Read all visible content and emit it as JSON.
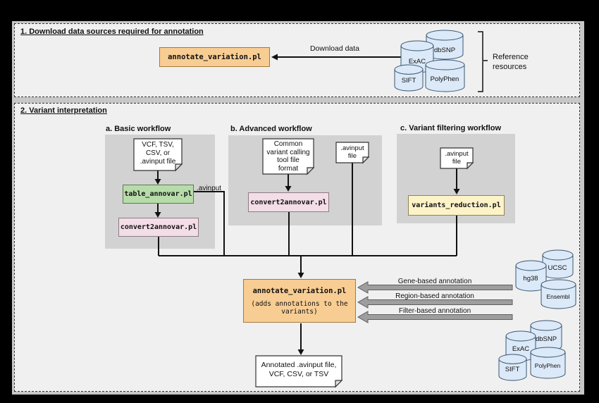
{
  "section1": {
    "heading": "1. Download data sources required for annotation",
    "tool": "annotate_variation.pl",
    "download_label": "Download data",
    "reference_label": "Reference\nresources",
    "databases": [
      "dbSNP",
      "ExAC",
      "PolyPhen",
      "SIFT"
    ]
  },
  "section2": {
    "heading": "2. Variant interpretation",
    "workflow_a": {
      "title": "a. Basic workflow",
      "input": "VCF, TSV,\nCSV, or\n.avinput file",
      "tool1": "table_annovar.pl",
      "avinput_label": ".avinput",
      "tool2": "convert2annovar.pl"
    },
    "workflow_b": {
      "title": "b. Advanced workflow",
      "input": "Common\nvariant calling\ntool file\nformat",
      "tool": "convert2annovar.pl",
      "avinput_file": ".avinput\nfile"
    },
    "workflow_c": {
      "title": "c. Variant filtering workflow",
      "input": ".avinput\nfile",
      "tool": "variants_reduction.pl"
    },
    "annotate": {
      "title": "annotate_variation.pl",
      "subtitle": "(adds annotations to the\nvariants)"
    },
    "annotations": [
      "Gene-based annotation",
      "Region-based annotation",
      "Filter-based annotation"
    ],
    "gene_dbs": [
      "UCSC",
      "hg38",
      "Ensembl"
    ],
    "filter_dbs": [
      "dbSNP",
      "ExAC",
      "PolyPhen",
      "SIFT"
    ],
    "output": "Annotated .avinput file,\nVCF, CSV, or TSV"
  }
}
